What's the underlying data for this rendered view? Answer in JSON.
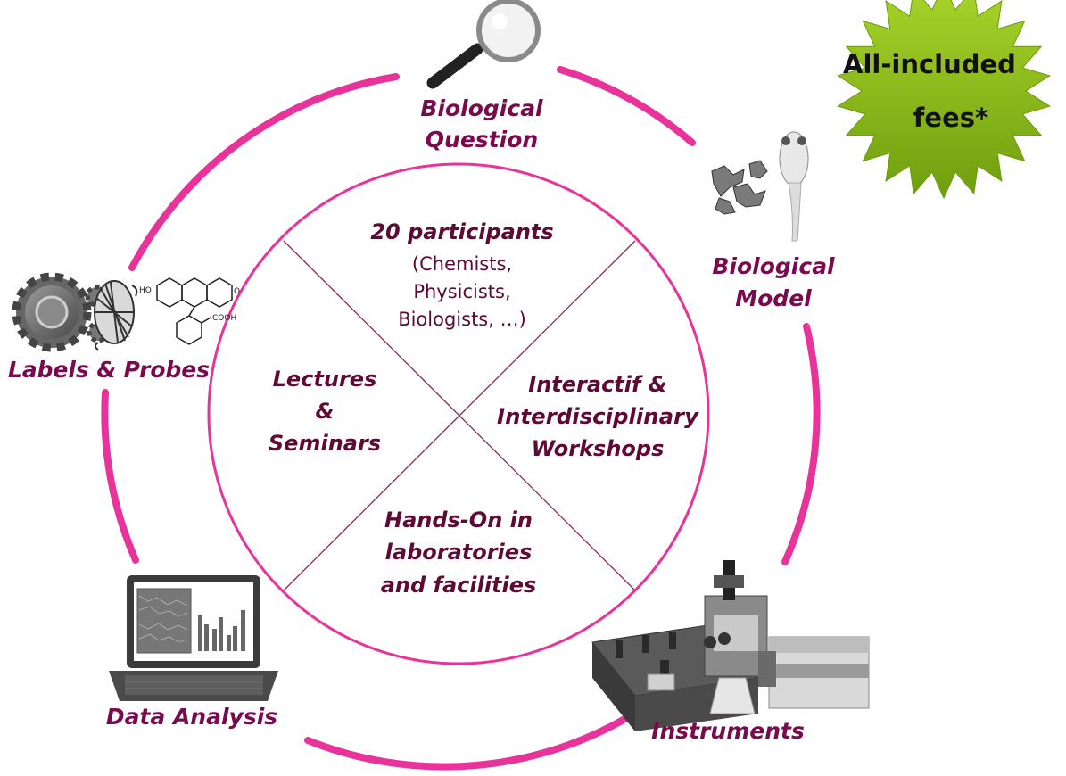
{
  "badge": {
    "line1": "All-included",
    "line2": "fees*"
  },
  "outer_labels": {
    "biological_question": [
      "Biological",
      "Question"
    ],
    "biological_model": [
      "Biological",
      "Model"
    ],
    "labels_probes": "Labels & Probes",
    "data_analysis": "Data Analysis",
    "instruments": "Instruments"
  },
  "quadrants": {
    "top": {
      "title": "20 participants",
      "detail": [
        "(Chemists,",
        "Physicists,",
        "Biologists, …)"
      ]
    },
    "left": [
      "Lectures",
      "&",
      "Seminars"
    ],
    "right": [
      "Interactif &",
      "Interdisciplinary",
      "Workshops"
    ],
    "bottom": [
      "Hands-On in",
      "laboratories",
      "and facilities"
    ]
  },
  "probe_labels": {
    "ho": "HO",
    "o": "O",
    "cooh": "COOH"
  },
  "colors": {
    "ring": "#e8339a",
    "label_text": "#7a0a4e",
    "inner_text": "#5e0a34",
    "divider": "#8a2a5a",
    "badge_fill": "#8dbf1a"
  }
}
